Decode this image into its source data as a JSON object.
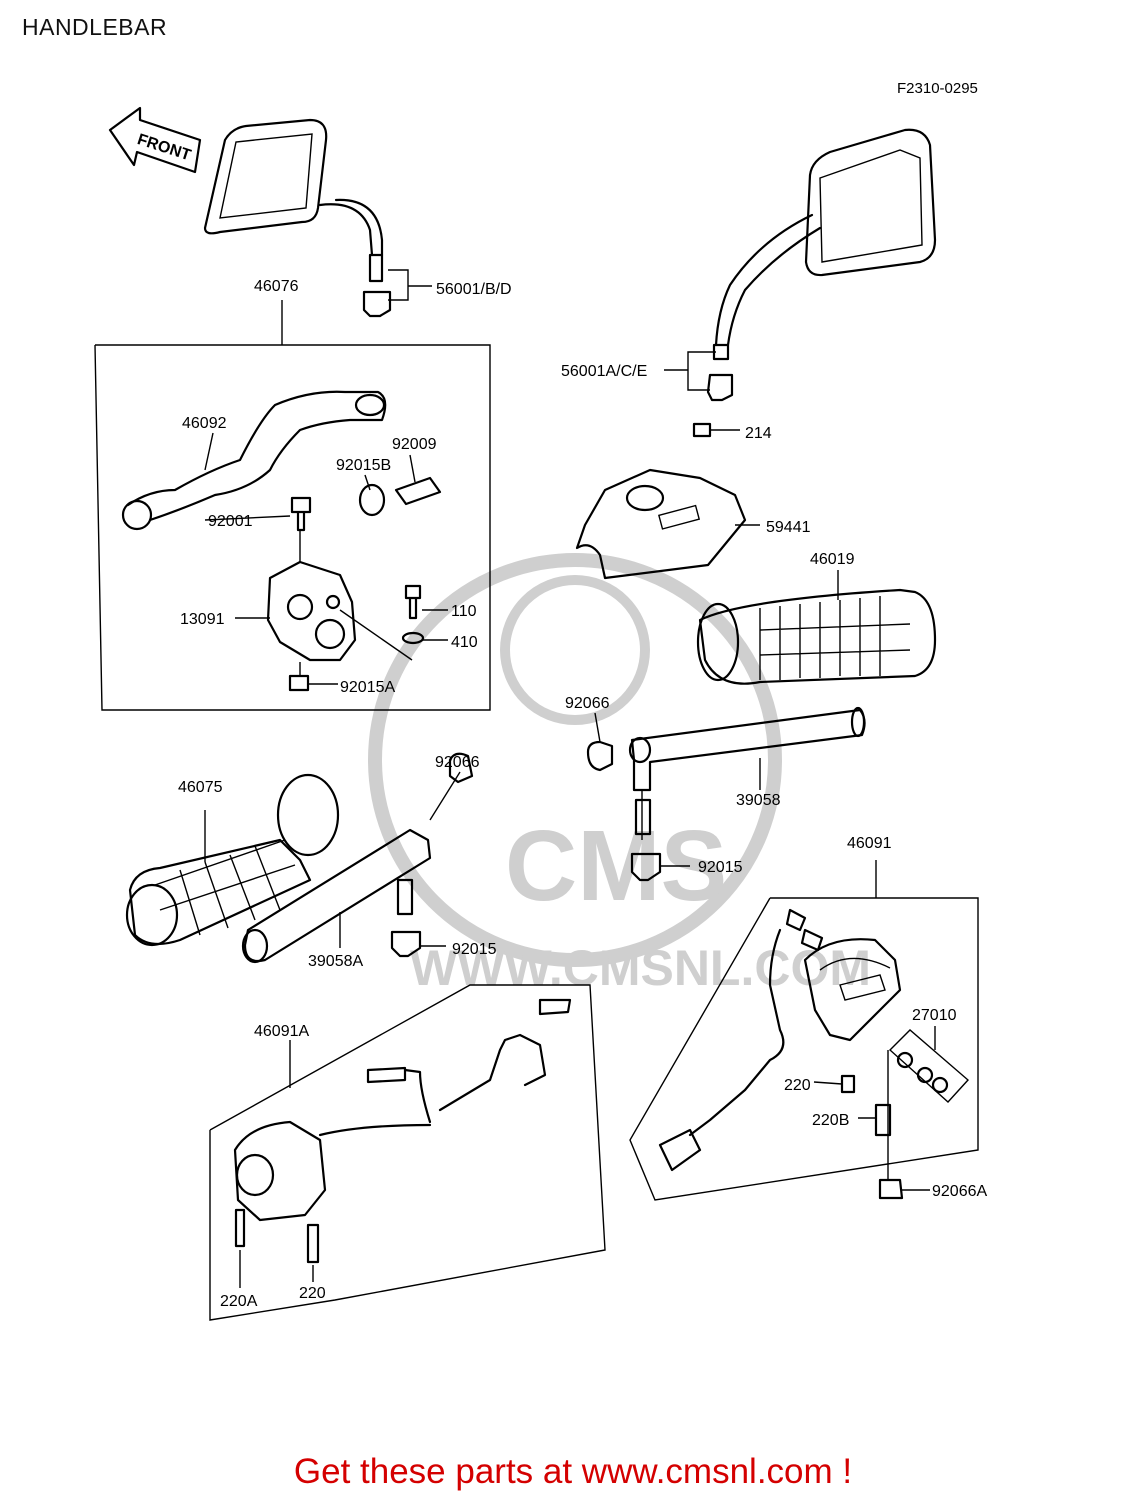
{
  "title": "HANDLEBAR",
  "figure_code": "F2310-0295",
  "front_arrow": "FRONT",
  "watermark": {
    "logo": "CMS",
    "url": "WWW.CMSNL.COM"
  },
  "labels": {
    "p56001bd": "56001/B/D",
    "p46076": "46076",
    "p46092": "46092",
    "p92009": "92009",
    "p92015b": "92015B",
    "p92001": "92001",
    "p13091": "13091",
    "p110": "110",
    "p410": "410",
    "p92015a": "92015A",
    "p56001ace": "56001A/C/E",
    "p214": "214",
    "p59441": "59441",
    "p46019": "46019",
    "p92066_r": "92066",
    "p39058": "39058",
    "p92015_r": "92015",
    "p46075": "46075",
    "p92066_l": "92066",
    "p39058a": "39058A",
    "p92015_l": "92015",
    "p46091": "46091",
    "p27010": "27010",
    "p220_r": "220",
    "p220b": "220B",
    "p92066a": "92066A",
    "p46091a": "46091A",
    "p220a": "220A",
    "p220_l": "220"
  },
  "promo": "Get these parts at www.cmsnl.com !"
}
